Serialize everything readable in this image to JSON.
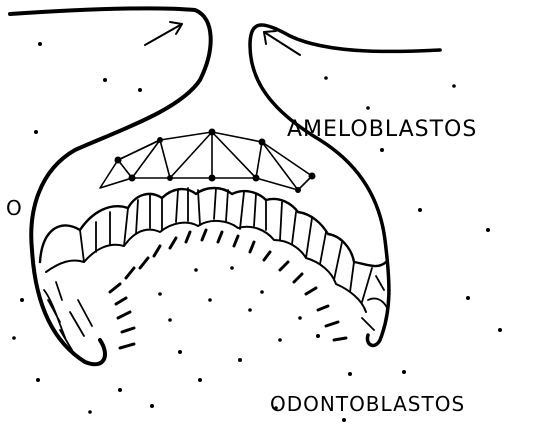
{
  "labels": {
    "ameloblastos": "AMELOBLASTOS",
    "odontoblastos": "ODONTOBLASTOS",
    "marker": "O"
  },
  "colors": {
    "ink": "#000000",
    "paper": "#ffffff"
  },
  "icons": {
    "growth_arrow_left": "arrow-up-right-icon",
    "growth_arrow_right": "arrow-up-left-icon"
  }
}
